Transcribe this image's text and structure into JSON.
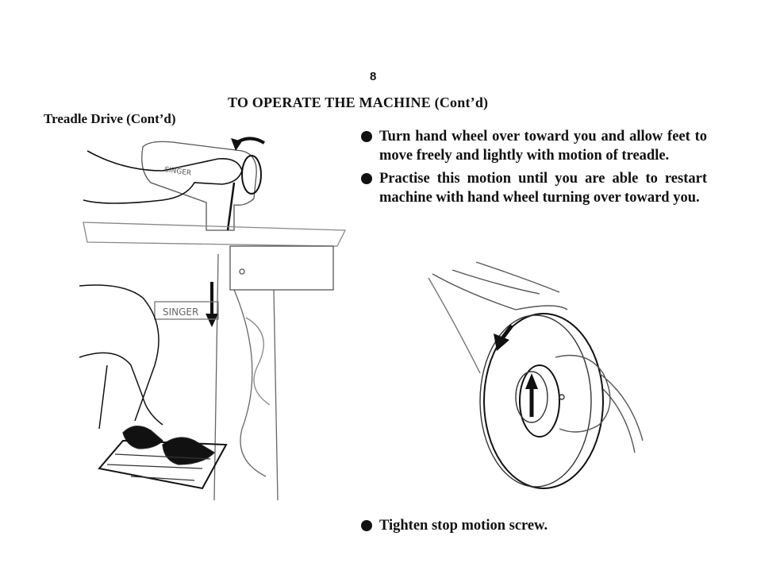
{
  "page": {
    "number": "8",
    "title": "TO OPERATE THE MACHINE (Cont’d)",
    "subtitle": "Treadle Drive (Cont’d)"
  },
  "instructions": [
    {
      "text": "Turn hand wheel over toward you and allow feet to move freely and lightly with motion of treadle."
    },
    {
      "text": "Practise this motion until you are able to restart machine with hand wheel turning over toward you."
    }
  ],
  "bottom_instruction": {
    "text": "Tighten stop motion screw."
  },
  "illustrations": {
    "left": {
      "brand_plate": "SINGER"
    }
  },
  "colors": {
    "ink": "#111111",
    "paper": "#ffffff"
  }
}
